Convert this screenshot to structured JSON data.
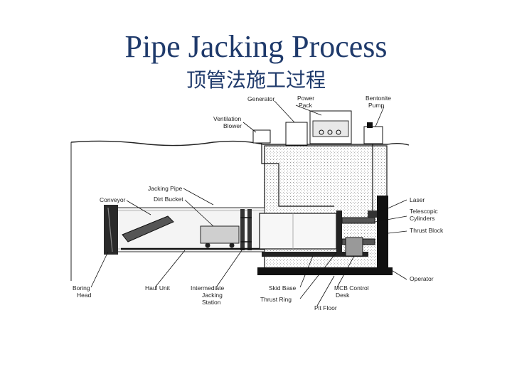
{
  "slide": {
    "title": "Pipe Jacking Process",
    "subtitle": "顶管法施工过程"
  },
  "diagram": {
    "labels": {
      "generator": "Generator",
      "power_pack": [
        "Power",
        "Pack"
      ],
      "bentonite_pump": [
        "Bentonite",
        "Pump"
      ],
      "ventilation_blower": [
        "Ventilation",
        "Blower"
      ],
      "jacking_pipe": "Jacking Pipe",
      "dirt_bucket": "Dirt Bucket",
      "conveyor": "Conveyor",
      "laser": "Laser",
      "telescopic_cylinders": [
        "Telescopic",
        "Cylinders"
      ],
      "thrust_block": "Thrust Block",
      "operator": "Operator",
      "boring_head": [
        "Boring",
        "Head"
      ],
      "haul_unit": "Haul Unit",
      "intermediate_jacking_station": [
        "Intermediate",
        "Jacking",
        "Station"
      ],
      "skid_base": "Skid Base",
      "thrust_ring": "Thrust Ring",
      "mcb_control_desk": [
        "MCB Control",
        "Desk"
      ],
      "pit_floor": "Pit Floor"
    }
  }
}
